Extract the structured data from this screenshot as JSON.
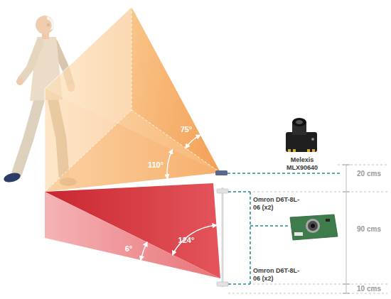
{
  "diagram": {
    "labels": [
      "75°",
      "110°",
      "Melexis MLX90640",
      "20 cms",
      "Omron D6T-8L-06 (x2)",
      "90 cms",
      "124°",
      "6°",
      "Omron D6T-8L-06 (x2)",
      "10 cms"
    ]
  }
}
